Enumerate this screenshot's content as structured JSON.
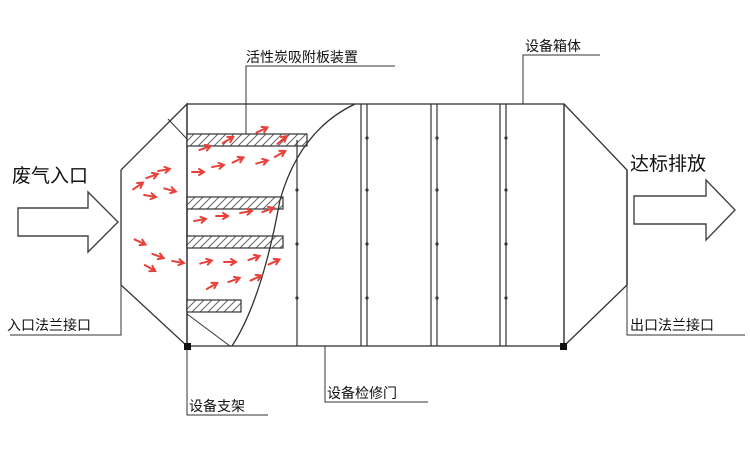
{
  "labels": {
    "carbon_plate": "活性炭吸附板装置",
    "housing": "设备箱体",
    "inlet": "废气入口",
    "outlet": "达标排放",
    "inlet_flange": "入口法兰接口",
    "outlet_flange": "出口法兰接口",
    "support": "设备支架",
    "access_door": "设备检修门"
  },
  "colors": {
    "stroke": "#333333",
    "airflow": "#e8403a",
    "panel_fill": "#f4f4f4"
  }
}
